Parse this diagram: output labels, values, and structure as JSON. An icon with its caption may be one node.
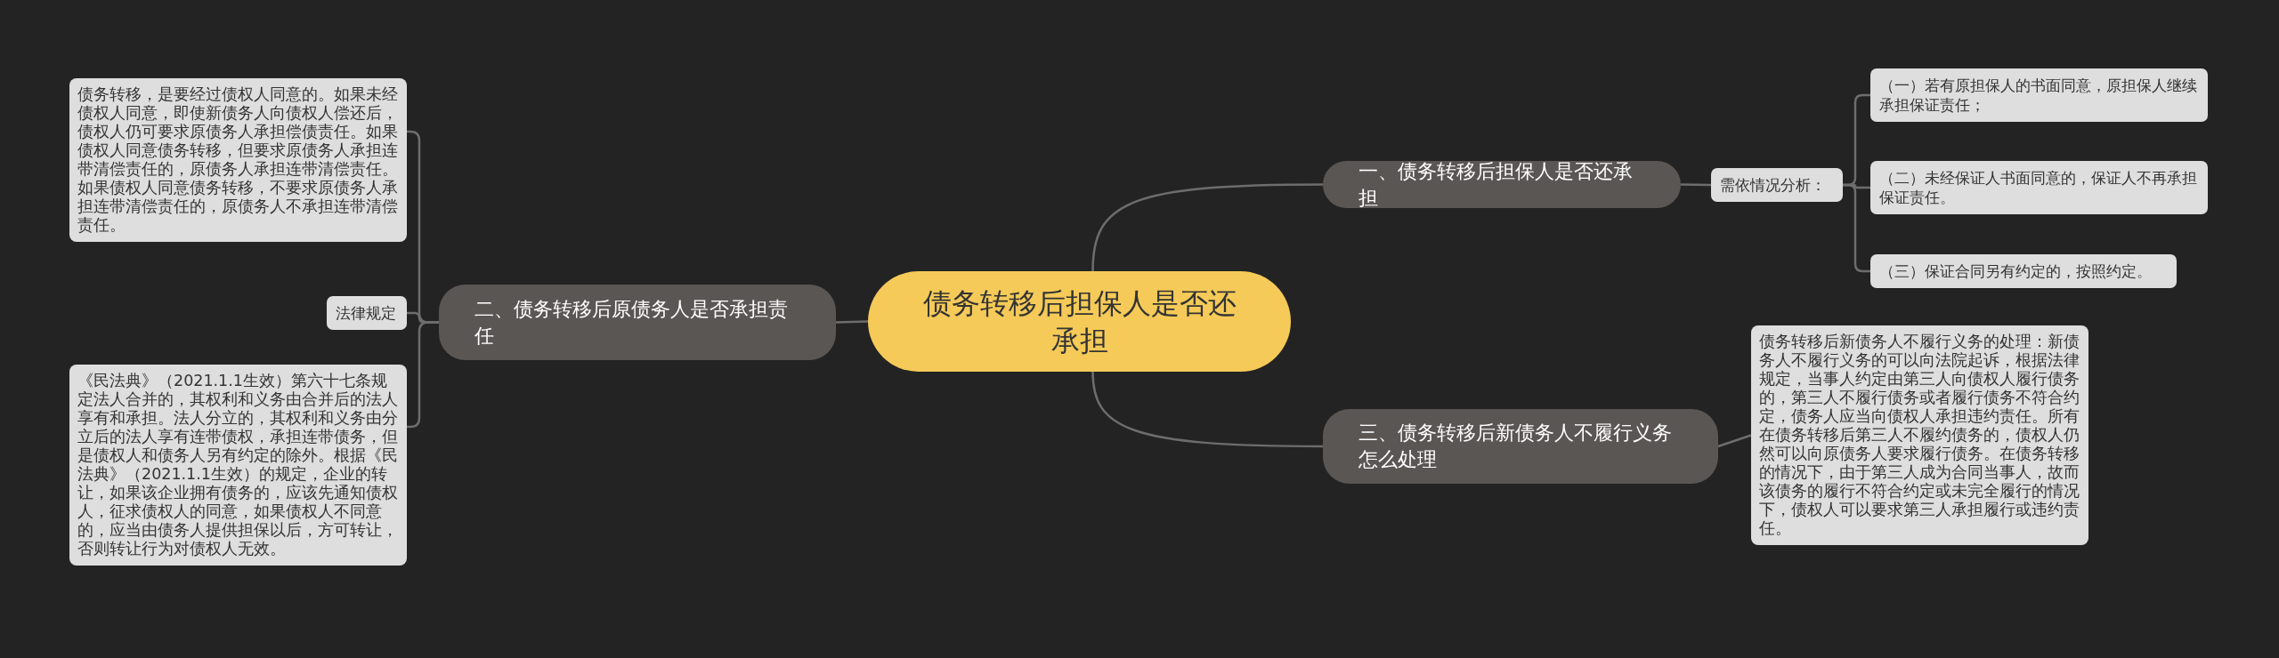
{
  "diagram": {
    "nodes": [
      {
        "text": [
          "债务转移后担保人是否还承担"
        ]
      },
      {
        "text": [
          "一、债务转移后担保人是否还承担"
        ]
      },
      {
        "text": [
          "需依情况分析："
        ]
      },
      {
        "text": [
          "（一）若有原担保人的书面同意，原担保人继续承担保证责任；"
        ]
      },
      {
        "text": [
          "（二）未经保证人书面同意的，保证人不再承担保证责任。"
        ]
      },
      {
        "text": [
          "（三）保证合同另有约定的，按照约定。"
        ]
      },
      {
        "text": [
          "三、债务转移后新债务人不履行义务怎么处理"
        ]
      },
      {
        "text": [
          "债务转移后新债务人不履行义务的处理：新债务人不履行义务的可以向法院起诉，根据法律规定，当事人约定由第三人向债权人履行债务的，第三人不履行债务或者履行债务不符合约定，债务人应当向债权人承担违约责任。所有在债务转移后第三人不履约债务的，债权人仍然可以向原债务人要求履行债务。在债务转移的情况下，由于第三人成为合同当事人，故而该债务的履行不符合约定或未完全履行的情况下，债权人可以要求第三人承担履行或违约责任。"
        ]
      },
      {
        "text": [
          "二、债务转移后原债务人是否承担责任"
        ]
      },
      {
        "text": [
          "法律规定"
        ]
      },
      {
        "text": [
          "债务转移，是要经过债权人同意的。如果未经债权人同意，即使新债务人向债权人偿还后，债权人仍可要求原债务人承担偿债责任。如果债权人同意债务转移，但要求原债务人承担连带清偿责任的，原债务人承担连带清偿责任。如果债权人同意债务转移，不要求原债务人承担连带清偿责任的，原债务人不承担连带清偿责任。"
        ]
      },
      {
        "text": [
          "《民法典》（2021.1.1生效）第六十七条规定法人合并的，其权利和义务由合并后的法人享有和承担。法人分立的，其权利和义务由分立后的法人享有连带债权，承担连带债务，但是债权人和债务人另有约定的除外。根据《民法典》（2021.1.1生效）的规定，企业的转让，如果该企业拥有债务的，应该先通知债权人，征求债权人的同意，如果债权人不同意的，应当由债务人提供担保以后，方可转让，否则转让行为对债权人无效。"
        ]
      }
    ],
    "edges": [
      {
        "from": 0,
        "to": 1,
        "arrow": "none"
      },
      {
        "from": 1,
        "to": 2,
        "arrow": "none"
      },
      {
        "from": 2,
        "to": 3,
        "arrow": "none"
      },
      {
        "from": 2,
        "to": 4,
        "arrow": "none"
      },
      {
        "from": 2,
        "to": 5,
        "arrow": "none"
      },
      {
        "from": 0,
        "to": 6,
        "arrow": "none"
      },
      {
        "from": 6,
        "to": 7,
        "arrow": "none"
      },
      {
        "from": 0,
        "to": 8,
        "arrow": "none"
      },
      {
        "from": 8,
        "to": 9,
        "arrow": "none"
      },
      {
        "from": 8,
        "to": 10,
        "arrow": "none"
      },
      {
        "from": 8,
        "to": 11,
        "arrow": "none"
      }
    ]
  }
}
